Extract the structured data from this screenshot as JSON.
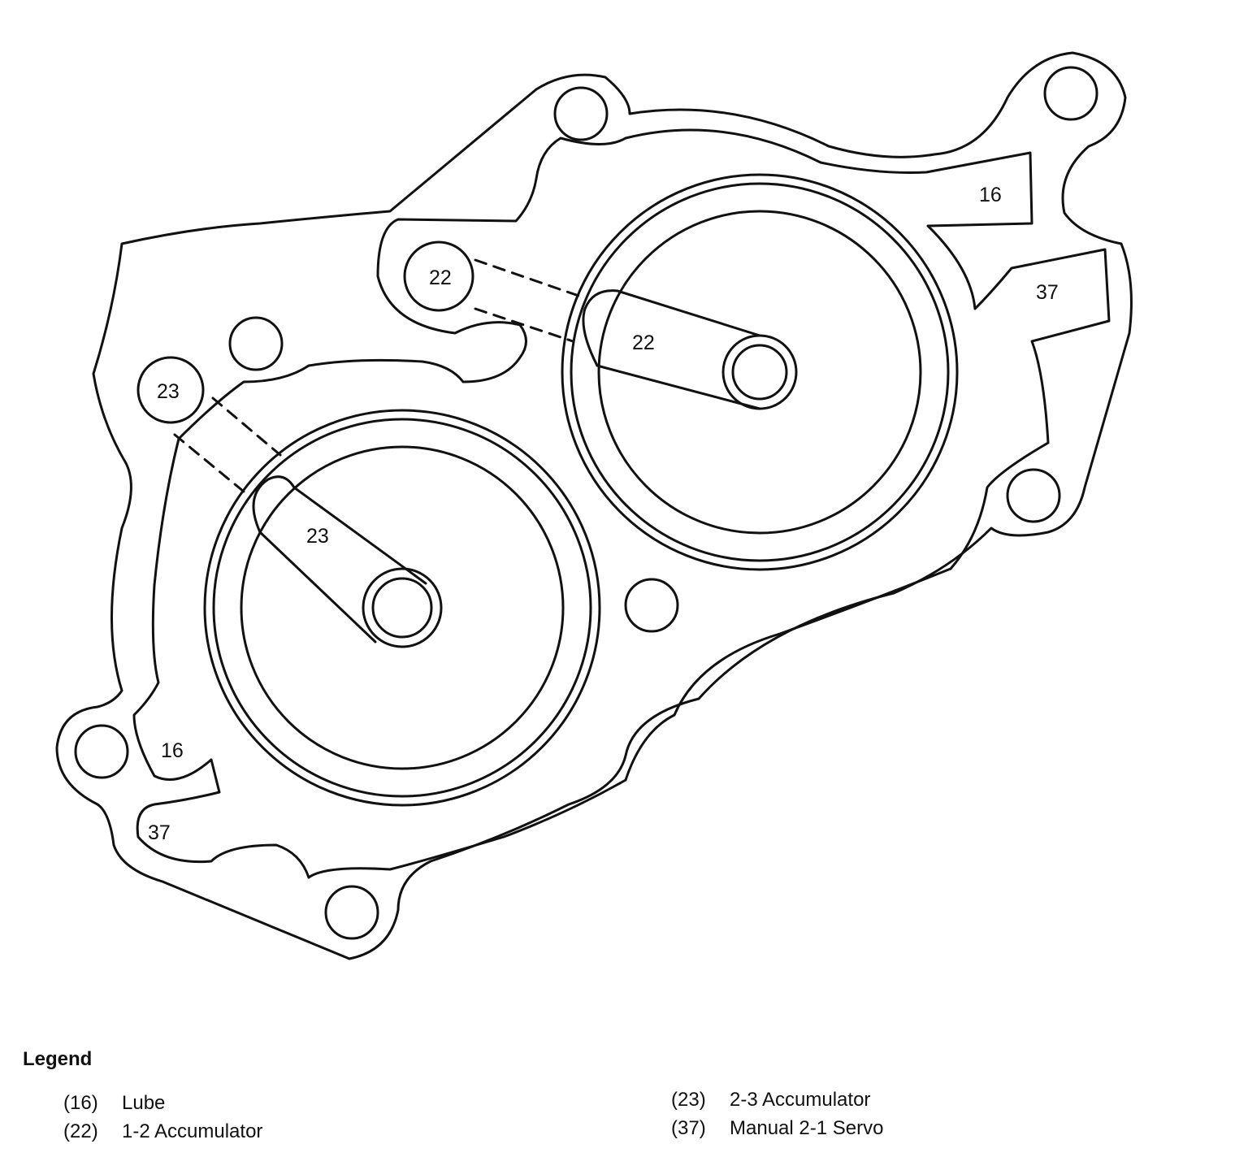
{
  "diagram": {
    "port_labels": {
      "lube_top_right": "16",
      "servo_top_right": "37",
      "acc12_hole": "22",
      "acc12_piston": "22",
      "acc23_hole": "23",
      "acc23_piston": "23",
      "lube_bottom_left": "16",
      "servo_bottom_left": "37"
    }
  },
  "legend": {
    "title": "Legend",
    "items": [
      {
        "code": "(16)",
        "label": "Lube"
      },
      {
        "code": "(22)",
        "label": "1-2 Accumulator"
      },
      {
        "code": "(23)",
        "label": "2-3 Accumulator"
      },
      {
        "code": "(37)",
        "label": "Manual 2-1 Servo"
      }
    ]
  }
}
